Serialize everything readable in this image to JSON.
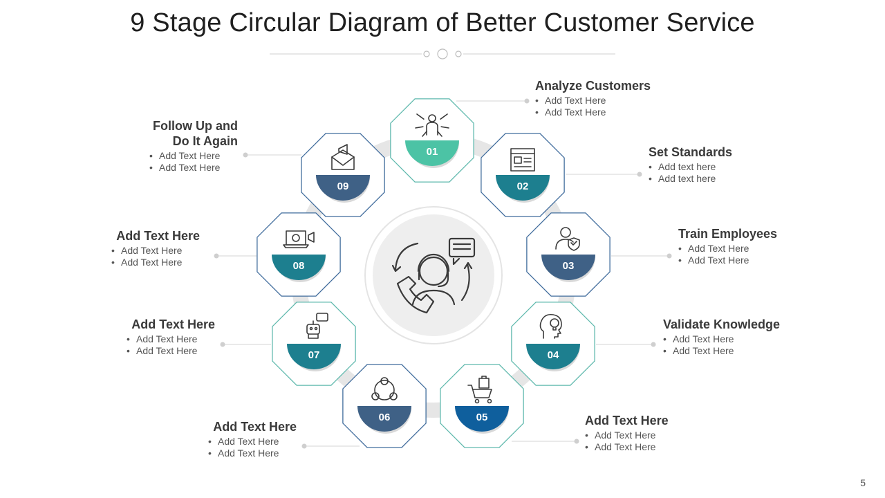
{
  "title": "9 Stage Circular Diagram of Better Customer Service",
  "page_number": "5",
  "center_icon": "customer-support-agent-icon",
  "colors": {
    "teal_light": "#4cc3a5",
    "teal": "#1d7f8f",
    "slate": "#3f6186",
    "blue": "#0f5f9d",
    "outline_teal": "#5fb9ad",
    "outline_blue": "#3f6b9c",
    "ring": "#e6e6e6"
  },
  "stages": [
    {
      "num": "01",
      "title": "Analyze Customers",
      "bullets": [
        "Add Text Here",
        "Add Text Here"
      ],
      "icon": "person-broadcast-icon"
    },
    {
      "num": "02",
      "title": "Set Standards",
      "bullets": [
        "Add text here",
        "Add text here"
      ],
      "icon": "document-layout-icon"
    },
    {
      "num": "03",
      "title": "Train Employees",
      "bullets": [
        "Add Text Here",
        "Add Text Here"
      ],
      "icon": "user-shield-icon"
    },
    {
      "num": "04",
      "title": "Validate Knowledge",
      "bullets": [
        "Add Text Here",
        "Add Text Here"
      ],
      "icon": "head-lightbulb-icon"
    },
    {
      "num": "05",
      "title": "Add Text Here",
      "bullets": [
        "Add Text Here",
        "Add Text Here"
      ],
      "icon": "shopping-cart-icon"
    },
    {
      "num": "06",
      "title": "Add Text Here",
      "bullets": [
        "Add Text Here",
        "Add Text Here"
      ],
      "icon": "people-network-icon"
    },
    {
      "num": "07",
      "title": "Add Text Here",
      "bullets": [
        "Add Text Here",
        "Add Text Here"
      ],
      "icon": "chatbot-icon"
    },
    {
      "num": "08",
      "title": "Add Text Here",
      "bullets": [
        "Add Text Here",
        "Add Text Here"
      ],
      "icon": "laptop-gear-megaphone-icon"
    },
    {
      "num": "09",
      "title": "Follow Up and Do It Again",
      "bullets": [
        "Add Text Here",
        "Add Text Here"
      ],
      "icon": "envelope-megaphone-icon"
    }
  ]
}
